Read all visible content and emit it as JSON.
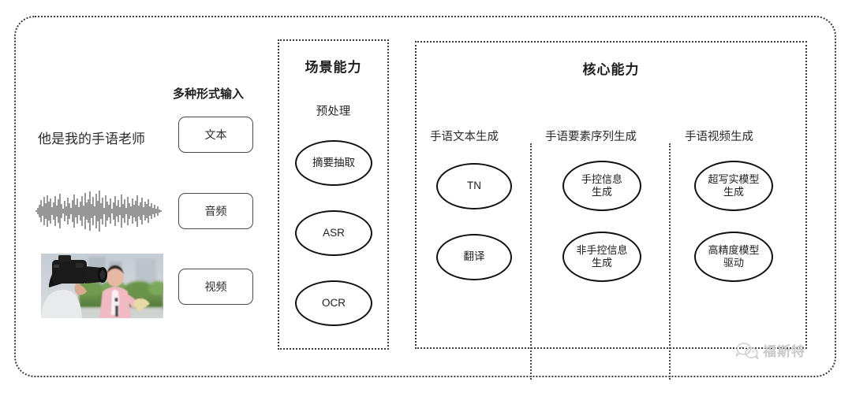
{
  "diagram": {
    "input_section": {
      "heading": "多种形式输入",
      "sample_text": "他是我的手语老师",
      "modalities": [
        {
          "label": "文本",
          "icon": "text-icon"
        },
        {
          "label": "音频",
          "icon": "waveform-icon"
        },
        {
          "label": "视频",
          "icon": "video-thumbnail"
        }
      ]
    },
    "scene_panel": {
      "title": "场景能力",
      "group_label": "预处理",
      "nodes": [
        "摘要抽取",
        "ASR",
        "OCR"
      ]
    },
    "core_panel": {
      "title": "核心能力",
      "columns": [
        {
          "header": "手语文本生成",
          "nodes": [
            "TN",
            "翻译"
          ]
        },
        {
          "header": "手语要素序列生成",
          "nodes": [
            "手控信息\n生成",
            "非手控信息\n生成"
          ]
        },
        {
          "header": "手语视频生成",
          "nodes": [
            "超写实模型\n生成",
            "高精度模型\n驱动"
          ]
        }
      ]
    },
    "watermark": {
      "label": "福斯特",
      "icon": "wechat-icon"
    },
    "colors": {
      "background": "#ffffff",
      "border": "#3a3a3a",
      "node_border": "#111111",
      "text": "#2b2b2b",
      "watermark": "#c9c9c9"
    }
  }
}
